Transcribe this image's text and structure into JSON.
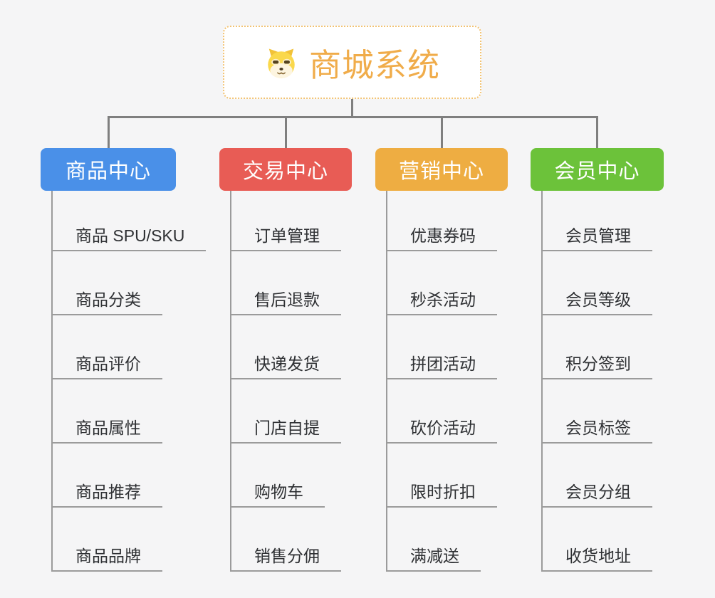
{
  "root": {
    "title": "商城系统",
    "icon": "dog-face",
    "accent_color": "#f0ac4a",
    "border_color": "#f2c374",
    "background": "#ffffff"
  },
  "canvas_background": "#f5f5f6",
  "connector_color": "#7f7f7f",
  "branch_line_color": "#9b9b9b",
  "child_text_color": "#2e3033",
  "branches": [
    {
      "label": "商品中心",
      "color": "#4a90e8",
      "children": [
        "商品 SPU/SKU",
        "商品分类",
        "商品评价",
        "商品属性",
        "商品推荐",
        "商品品牌"
      ]
    },
    {
      "label": "交易中心",
      "color": "#e85c55",
      "children": [
        "订单管理",
        "售后退款",
        "快递发货",
        "门店自提",
        "购物车",
        "销售分佣"
      ]
    },
    {
      "label": "营销中心",
      "color": "#eead42",
      "children": [
        "优惠券码",
        "秒杀活动",
        "拼团活动",
        "砍价活动",
        "限时折扣",
        "满减送"
      ]
    },
    {
      "label": "会员中心",
      "color": "#6cc23a",
      "children": [
        "会员管理",
        "会员等级",
        "积分签到",
        "会员标签",
        "会员分组",
        "收货地址"
      ]
    }
  ]
}
